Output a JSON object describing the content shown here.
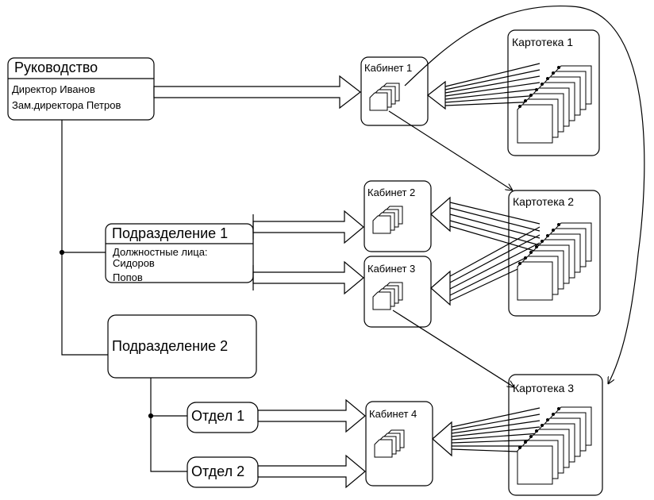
{
  "management": {
    "title": "Руководство",
    "members": [
      "Директор Иванов",
      "Зам.директора Петров"
    ]
  },
  "division1": {
    "title": "Подразделение 1",
    "subtitle": "Должностные лица:",
    "members": [
      "Сидоров",
      "Попов"
    ]
  },
  "division2": {
    "title": "Подразделение 2"
  },
  "departments": [
    "Отдел 1",
    "Отдел 2"
  ],
  "offices": [
    "Кабинет 1",
    "Кабинет 2",
    "Кабинет 3",
    "Кабинет 4"
  ],
  "card_files": [
    "Картотека 1",
    "Картотека 2",
    "Картотека 3"
  ],
  "colors": {
    "stroke": "#000000",
    "fill": "#ffffff"
  }
}
